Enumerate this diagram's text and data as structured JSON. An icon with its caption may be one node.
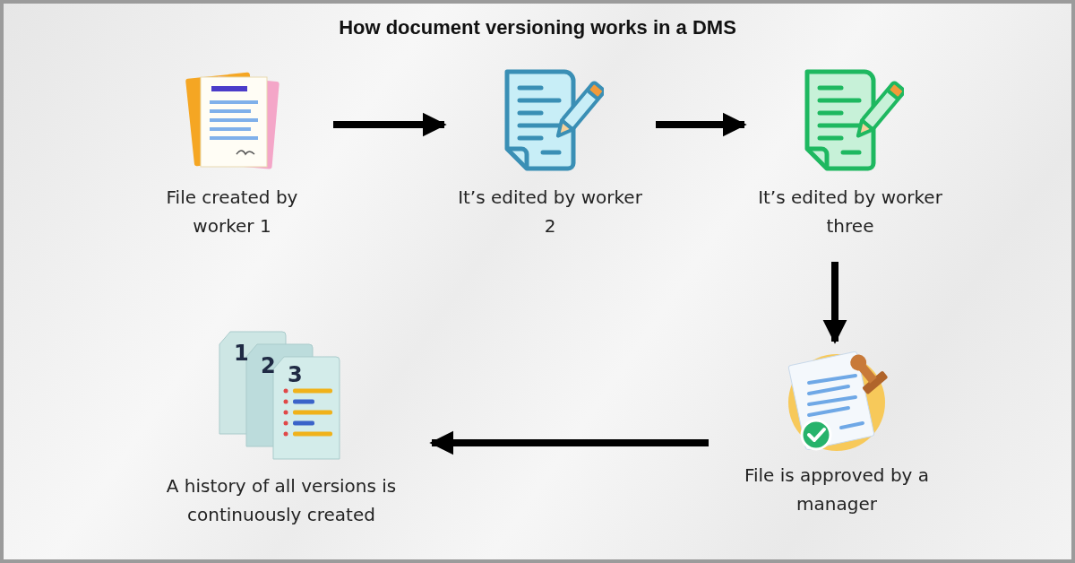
{
  "diagram": {
    "title": "How document versioning works in a DMS",
    "nodes": [
      {
        "text": [
          "File created by worker 1"
        ]
      },
      {
        "text": [
          "It’s edited by worker 2"
        ]
      },
      {
        "text": [
          "It’s edited by worker three"
        ]
      },
      {
        "text": [
          "A history of all versions is continuously created"
        ]
      },
      {
        "text": [
          "File is approved by a manager"
        ]
      }
    ],
    "edges": [
      {
        "from": 0,
        "to": 1,
        "arrow": "to"
      },
      {
        "from": 1,
        "to": 2,
        "arrow": "to"
      },
      {
        "from": 2,
        "to": 4,
        "arrow": "to"
      },
      {
        "from": 4,
        "to": 3,
        "arrow": "to"
      }
    ],
    "labels": [
      "1",
      "2",
      "3"
    ]
  }
}
